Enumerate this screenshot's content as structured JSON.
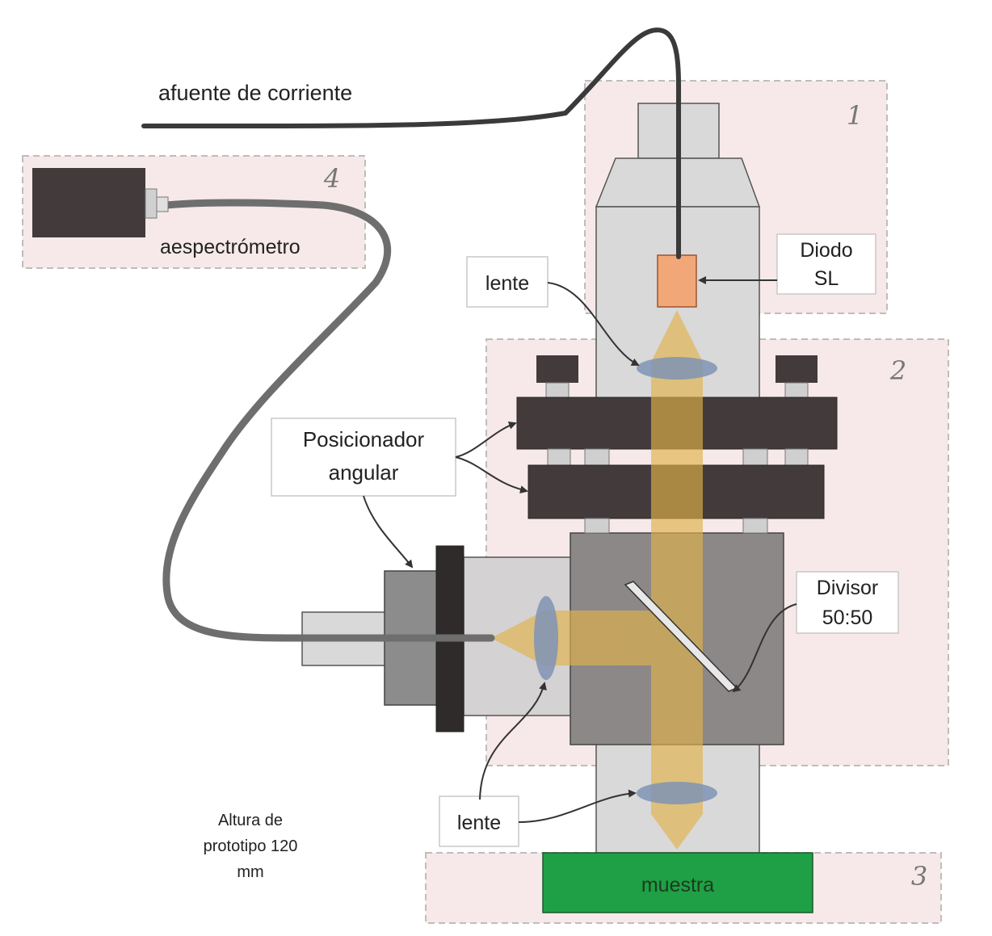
{
  "labels": {
    "fuente": "afuente de corriente",
    "espectrometro": "aespectrómetro",
    "diodo_line1": "Diodo",
    "diodo_line2": "SL",
    "lente_top": "lente",
    "lente_bottom": "lente",
    "posicionador_line1": "Posicionador",
    "posicionador_line2": "angular",
    "divisor_line1": "Divisor",
    "divisor_line2": "50:50",
    "muestra": "muestra",
    "altura_line1": "Altura de",
    "altura_line2": "prototipo 120",
    "altura_line3": "mm"
  },
  "zones": {
    "zone1": "1",
    "zone2": "2",
    "zone3": "3",
    "zone4": "4"
  },
  "colors": {
    "zone_fill": "#f7e9e9",
    "zone_border": "#bdbdbd",
    "beam": "#e0b24a",
    "body_light": "#d9d9d9",
    "body_mid": "#8c8888",
    "dark": "#433b3b",
    "lens": "#7f93b5",
    "diode": "#f2a779",
    "sample": "#1fa046",
    "cable": "#3a3a3a",
    "fiber": "#6e6e6e"
  }
}
